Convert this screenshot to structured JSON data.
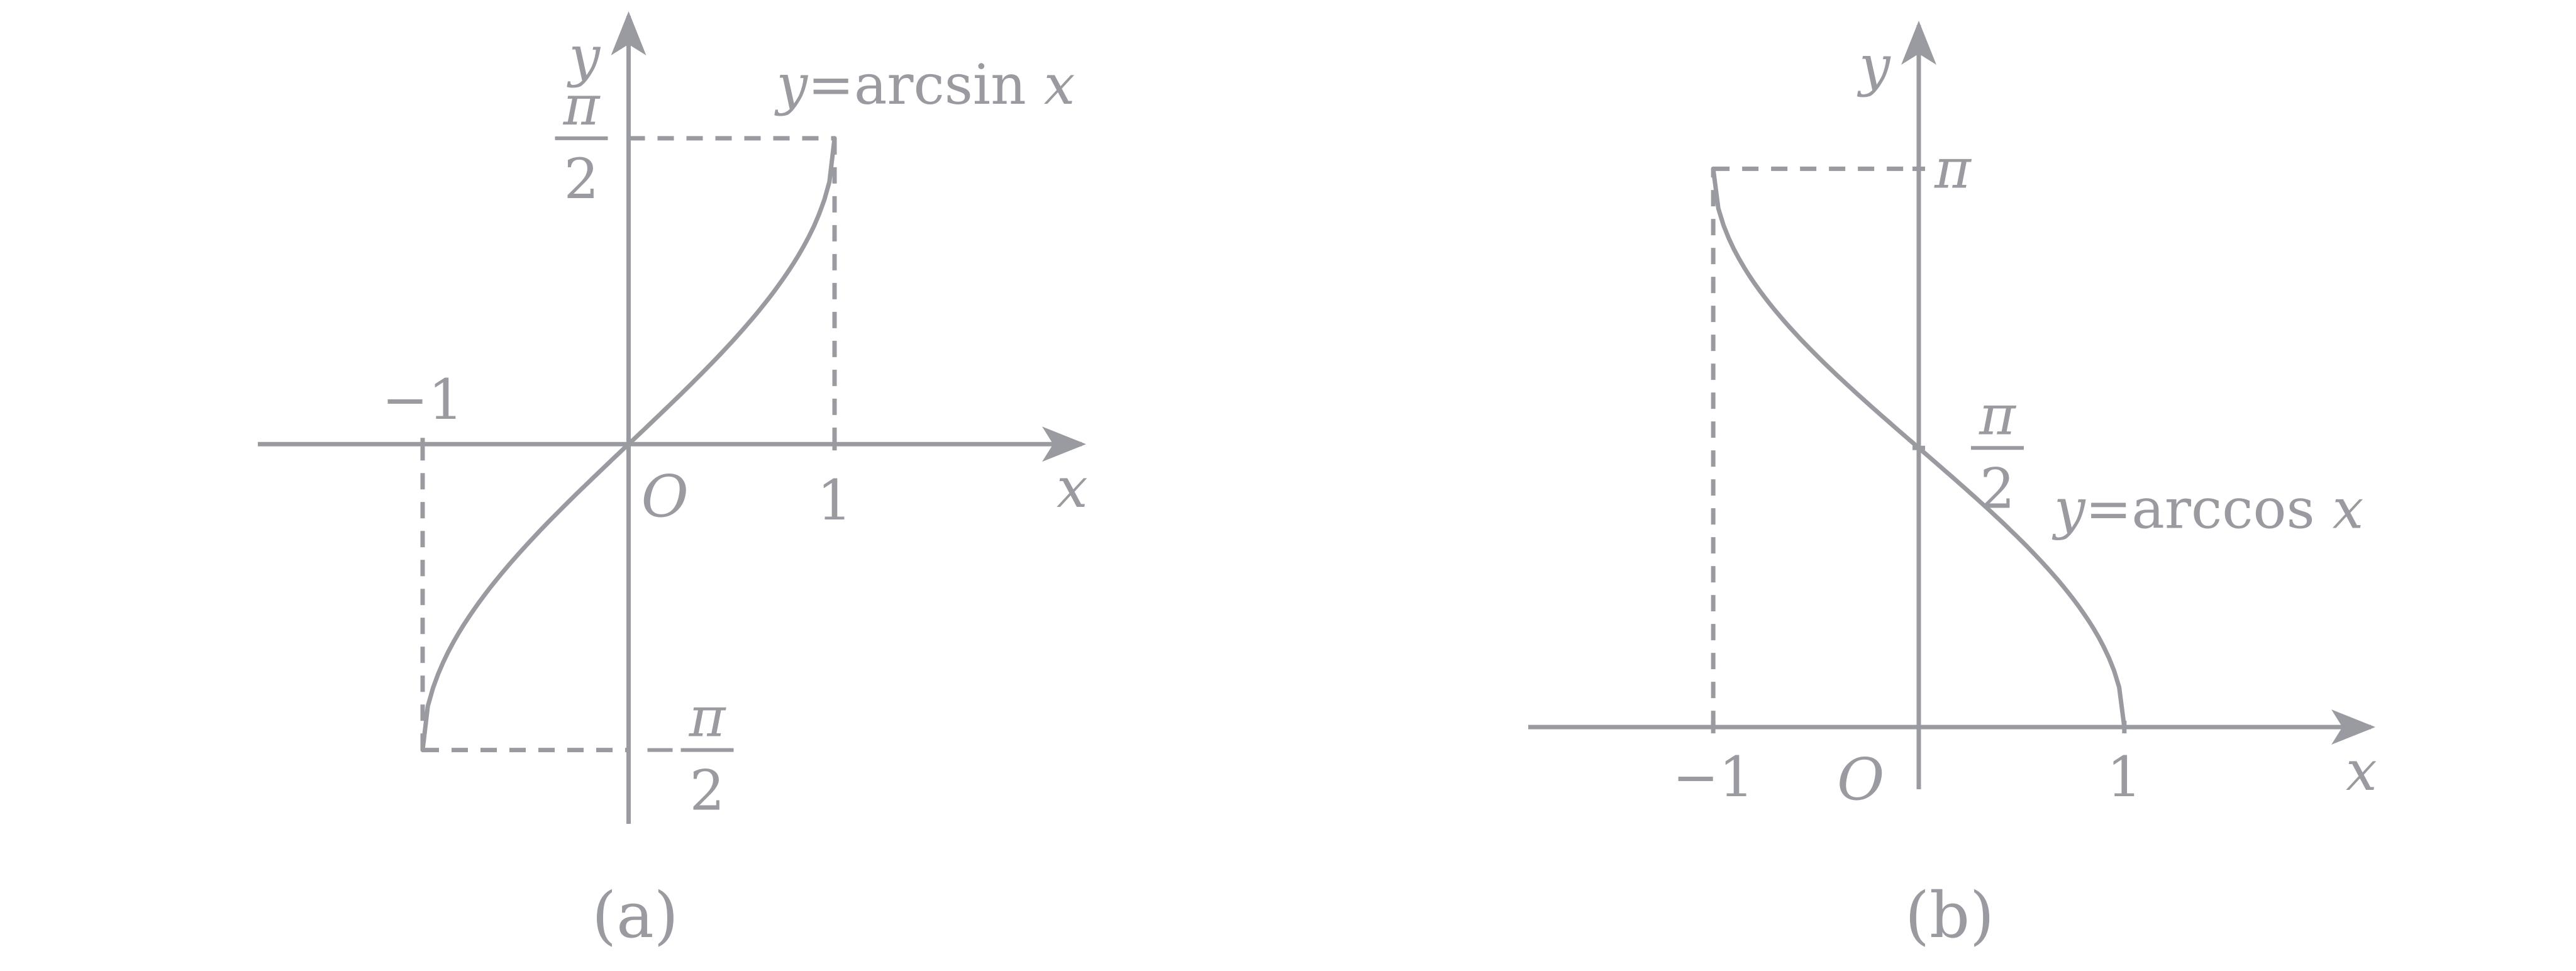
{
  "chart_data": [
    {
      "type": "line",
      "panel_label": "(a)",
      "origin_label": "O",
      "xlabel": "x",
      "ylabel": "y",
      "series": [
        {
          "name": "y=arcsin x",
          "x": [
            -1,
            -0.9,
            -0.75,
            -0.5,
            -0.25,
            0,
            0.25,
            0.5,
            0.75,
            0.9,
            1
          ],
          "y": [
            -1.5708,
            -1.1198,
            -0.8481,
            -0.5236,
            -0.2527,
            0,
            0.2527,
            0.5236,
            0.8481,
            1.1198,
            1.5708
          ]
        }
      ],
      "xlim": [
        -1.8,
        2.2
      ],
      "ylim": [
        -1.95,
        2.2
      ],
      "x_tick_labels": [
        {
          "value": -1,
          "label": "−1"
        },
        {
          "value": 1,
          "label": "1"
        }
      ],
      "y_tick_labels": [
        {
          "value": 1.5708,
          "num": "π",
          "den": "2",
          "sign": ""
        },
        {
          "value": -1.5708,
          "num": "π",
          "den": "2",
          "sign": "−"
        }
      ],
      "grid": false
    },
    {
      "type": "line",
      "panel_label": "(b)",
      "origin_label": "O",
      "xlabel": "x",
      "ylabel": "y",
      "series": [
        {
          "name": "y=arccos x",
          "x": [
            -1,
            -0.9,
            -0.75,
            -0.5,
            -0.25,
            0,
            0.25,
            0.5,
            0.75,
            0.9,
            1
          ],
          "y": [
            3.1416,
            2.6906,
            2.4189,
            2.0944,
            1.8235,
            1.5708,
            1.3181,
            1.0472,
            0.7227,
            0.451,
            0
          ]
        }
      ],
      "xlim": [
        -1.9,
        2.2
      ],
      "ylim": [
        -0.35,
        3.95
      ],
      "x_tick_labels": [
        {
          "value": -1,
          "label": "−1"
        },
        {
          "value": 1,
          "label": "1"
        }
      ],
      "y_tick_labels": [
        {
          "value": 3.1416,
          "label": "π"
        },
        {
          "value": 1.5708,
          "num": "π",
          "den": "2",
          "sign": ""
        }
      ],
      "grid": false
    }
  ]
}
